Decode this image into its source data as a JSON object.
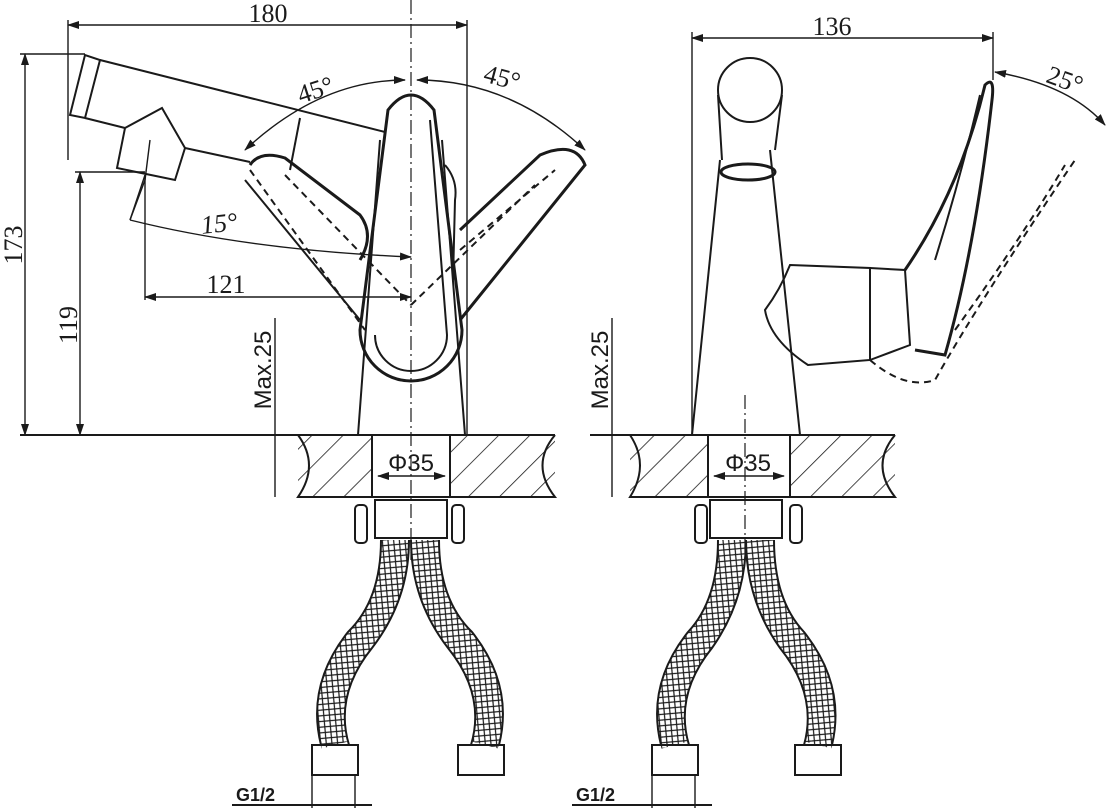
{
  "front_view": {
    "width_dim": "180",
    "height_dim": "173",
    "spout_height_dim": "119",
    "spout_reach_dim": "121",
    "lever_angle_left": "45°",
    "lever_angle_right": "45°",
    "spout_angle": "15°",
    "max_thickness": "Max.25",
    "hole_diameter": "Φ35",
    "thread": "G1/2"
  },
  "side_view": {
    "depth_dim": "136",
    "lever_angle": "25°",
    "max_thickness": "Max.25",
    "hole_diameter": "Φ35",
    "thread": "G1/2"
  },
  "colors": {
    "line": "#1a1a1a",
    "background": "#ffffff"
  }
}
